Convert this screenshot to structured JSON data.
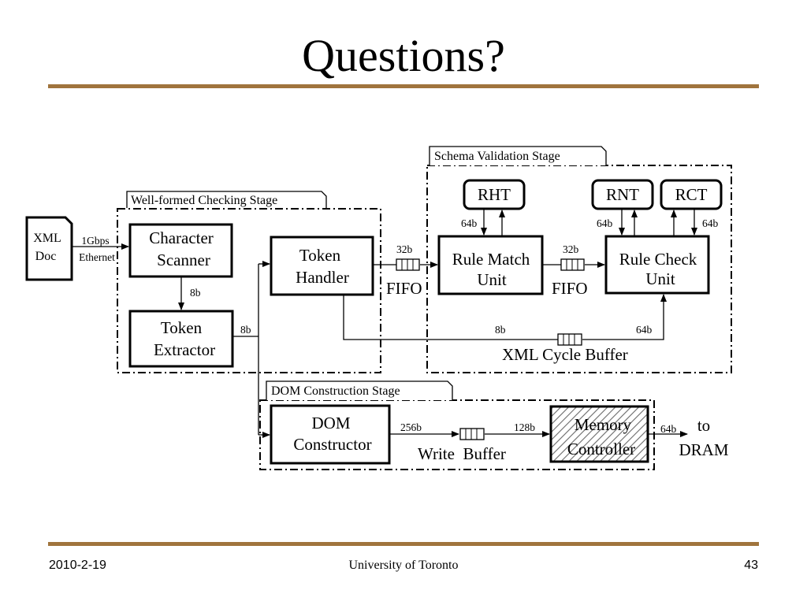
{
  "slide": {
    "title": "Questions?",
    "rule_color": "#A0743D",
    "footer": {
      "date": "2010-2-19",
      "organization": "University of Toronto",
      "page_number": "43"
    }
  },
  "diagram": {
    "stages": {
      "well_formed": "Well-formed Checking Stage",
      "schema": "Schema Validation Stage",
      "dom": "DOM Construction Stage"
    },
    "nodes": {
      "xml_doc": [
        "XML",
        "Doc"
      ],
      "char_scanner": [
        "Character",
        "Scanner"
      ],
      "token_extractor": [
        "Token",
        "Extractor"
      ],
      "token_handler": [
        "Token",
        "Handler"
      ],
      "rule_match": [
        "Rule Match",
        "Unit"
      ],
      "rule_check": [
        "Rule Check",
        "Unit"
      ],
      "rht": "RHT",
      "rnt": "RNT",
      "rct": "RCT",
      "dom_constructor": [
        "DOM",
        "Constructor"
      ],
      "memory_controller": [
        "Memory",
        "Controller"
      ],
      "to_dram": [
        "to",
        "DRAM"
      ]
    },
    "buffers": {
      "fifo": "FIFO",
      "xml_cycle_buffer": "XML Cycle Buffer",
      "write_buffer": "Write  Buffer"
    },
    "edge_labels": {
      "ethernet": [
        "1Gbps",
        "Ethernet"
      ],
      "scanner_to_extractor": "8b",
      "extractor_out": "8b",
      "handler_to_fifo": "32b",
      "rht_to_rule_match": "64b",
      "rule_match_to_fifo": "32b",
      "rnt_to_rule_check": "64b",
      "rule_check_to_rct": "64b",
      "handler_to_cycle_buffer": "8b",
      "cycle_buffer_to_rule_check": "64b",
      "dom_to_write_buffer": "256b",
      "write_buffer_to_memory": "128b",
      "memory_to_dram": "64b"
    }
  }
}
